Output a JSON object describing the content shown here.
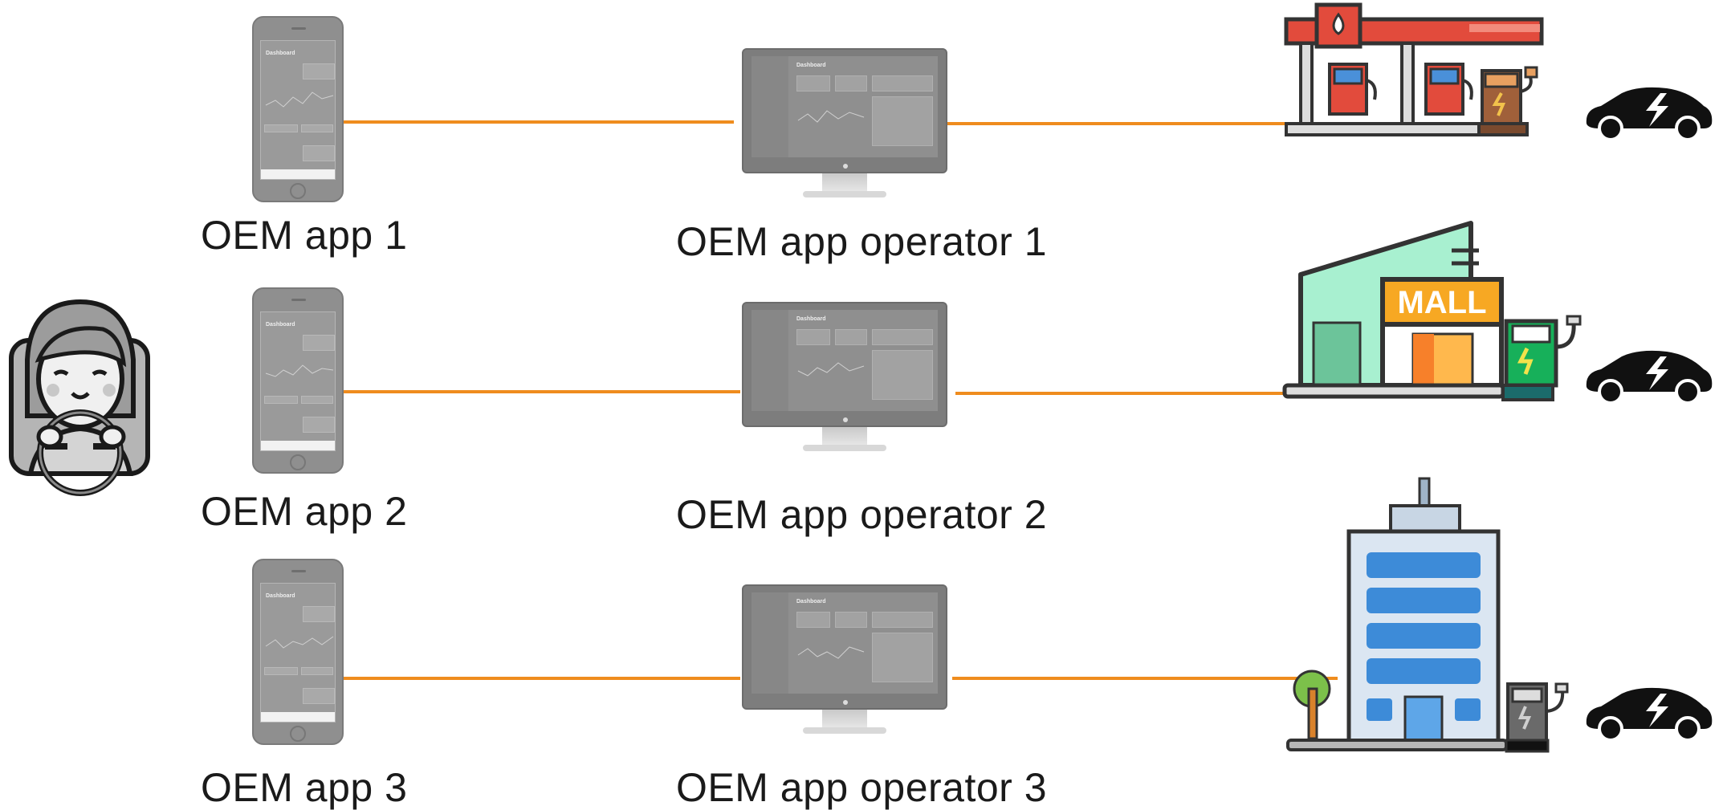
{
  "rows": [
    {
      "app_label": "OEM app 1",
      "operator_label": "OEM app operator 1",
      "location": "gas-station"
    },
    {
      "app_label": "OEM app 2",
      "operator_label": "OEM app operator 2",
      "location": "mall"
    },
    {
      "app_label": "OEM app 3",
      "operator_label": "OEM app operator 3",
      "location": "office-building"
    }
  ],
  "mall_sign": "MALL",
  "phone_screen_title": "Dashboard",
  "monitor_screen_title": "Dashboard",
  "colors": {
    "connector": "#ef8c1e",
    "device_gray": "#8f8f8f"
  }
}
